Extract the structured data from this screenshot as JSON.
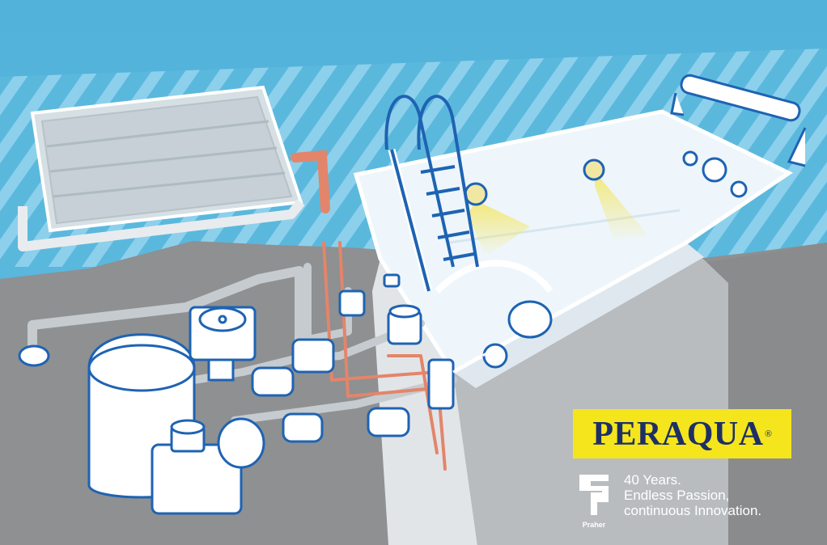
{
  "brand": {
    "logo_text": "PERAQUA",
    "registered_mark": "®",
    "praher_label": "Praher"
  },
  "tagline": {
    "line1": "40 Years.",
    "line2": "Endless Passion,",
    "line3": "continuous Innovation."
  },
  "colors": {
    "sky_blue": "#5bb8dd",
    "deck_grey": "#8e9092",
    "pool_white": "#eef6fb",
    "outline_blue": "#1e63b3",
    "pipe_orange": "#e3856a",
    "logo_yellow": "#f5e51c",
    "logo_navy": "#1d2f66"
  },
  "icons": [
    "praher-logo-icon"
  ]
}
